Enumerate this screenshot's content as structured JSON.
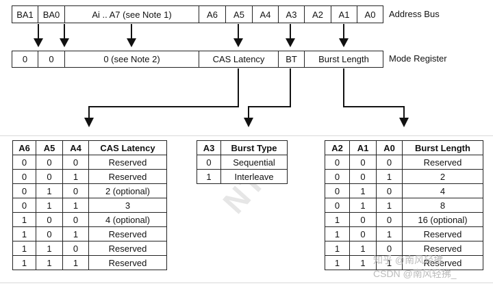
{
  "address_bus": {
    "label": "Address Bus",
    "cells": [
      "BA1",
      "BA0",
      "Ai .. A7  (see Note 1)",
      "A6",
      "A5",
      "A4",
      "A3",
      "A2",
      "A1",
      "A0"
    ]
  },
  "mode_register": {
    "label": "Mode Register",
    "cells": [
      "0",
      "0",
      "0  (see Note 2)",
      "CAS Latency",
      "BT",
      "Burst Length"
    ]
  },
  "cas_table": {
    "headers": [
      "A6",
      "A5",
      "A4",
      "CAS Latency"
    ],
    "rows": [
      [
        "0",
        "0",
        "0",
        "Reserved"
      ],
      [
        "0",
        "0",
        "1",
        "Reserved"
      ],
      [
        "0",
        "1",
        "0",
        "2 (optional)"
      ],
      [
        "0",
        "1",
        "1",
        "3"
      ],
      [
        "1",
        "0",
        "0",
        "4 (optional)"
      ],
      [
        "1",
        "0",
        "1",
        "Reserved"
      ],
      [
        "1",
        "1",
        "0",
        "Reserved"
      ],
      [
        "1",
        "1",
        "1",
        "Reserved"
      ]
    ]
  },
  "bt_table": {
    "headers": [
      "A3",
      "Burst Type"
    ],
    "rows": [
      [
        "0",
        "Sequential"
      ],
      [
        "1",
        "Interleave"
      ]
    ]
  },
  "bl_table": {
    "headers": [
      "A2",
      "A1",
      "A0",
      "Burst Length"
    ],
    "rows": [
      [
        "0",
        "0",
        "0",
        "Reserved"
      ],
      [
        "0",
        "0",
        "1",
        "2"
      ],
      [
        "0",
        "1",
        "0",
        "4"
      ],
      [
        "0",
        "1",
        "1",
        "8"
      ],
      [
        "1",
        "0",
        "0",
        "16 (optional)"
      ],
      [
        "1",
        "0",
        "1",
        "Reserved"
      ],
      [
        "1",
        "1",
        "0",
        "Reserved"
      ],
      [
        "1",
        "1",
        "1",
        "Reserved"
      ]
    ]
  },
  "watermark": "NTC",
  "credits": [
    "知乎 @南风轻拂",
    "CSDN @南风轻拂_"
  ]
}
